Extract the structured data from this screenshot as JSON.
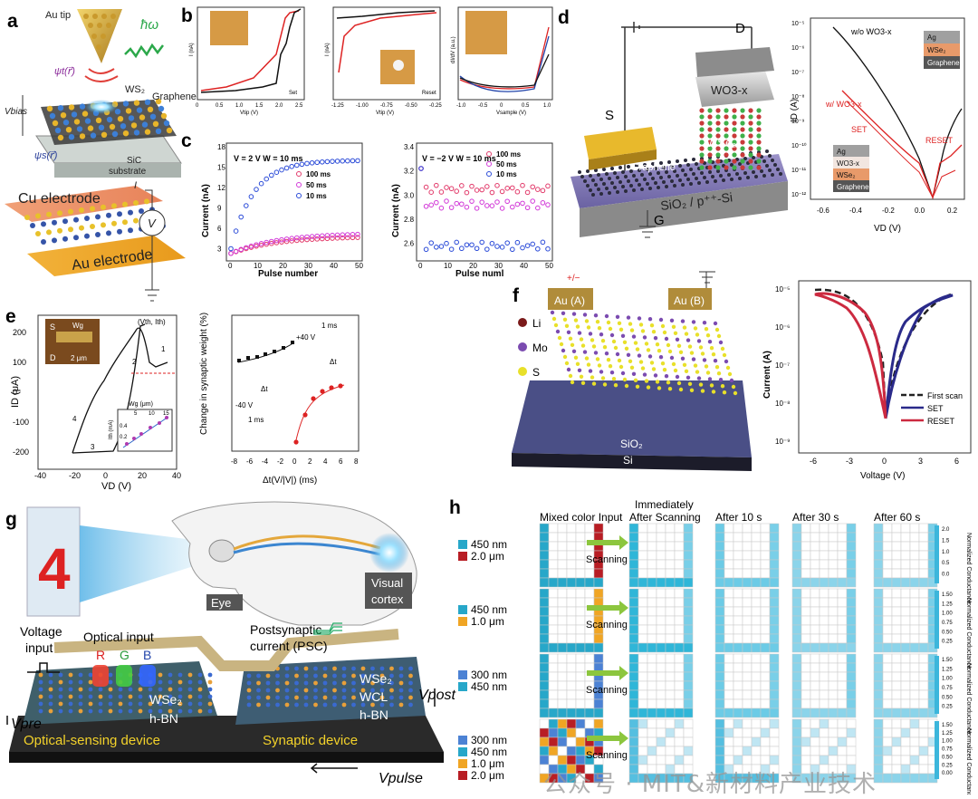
{
  "panels": {
    "a": {
      "letter": "a",
      "au_tip": "Au tip",
      "hw": "ħω",
      "psi_t": "ψt(r⃗)",
      "psi_s": "ψs(r⃗)",
      "vbias": "Vbias",
      "ws2": "WS₂",
      "graphene": "Graphene",
      "sic": "SiC",
      "substrate": "substrate",
      "cu": "Cu electrode",
      "au": "Au electrode",
      "v": "V",
      "i": "I"
    },
    "b": {
      "letter": "b",
      "p1_ylabel": "I (nA)",
      "p1_xlabel": "Vtip (V)",
      "p1_xticks": [
        "0",
        "0.5",
        "1.0",
        "1.5",
        "2.0",
        "2.5"
      ],
      "p1_tag": "Set",
      "p2_ylabel": "I (nA)",
      "p2_xlabel": "Vtip (V)",
      "p2_xticks": [
        "-1.25",
        "-1.00",
        "-0.75",
        "-0.50",
        "-0.25"
      ],
      "p2_tag": "Reset",
      "p3_ylabel": "dI/dV (a.u.)",
      "p3_xlabel": "Vsample (V)",
      "p3_xticks": [
        "-1.0",
        "-0.5",
        "0",
        "0.5",
        "1.0"
      ]
    },
    "c": {
      "letter": "c",
      "left_title": "V = 2 V    W = 10 ms",
      "right_title": "V = −2 V    W = 10 ms",
      "ylabel": "Current (nA)",
      "xlabel": "Pulse number",
      "xlabel_right": "Pulse numl",
      "legend": [
        "100 ms",
        "50 ms",
        "10 ms"
      ],
      "left_yticks": [
        "3",
        "6",
        "9",
        "12",
        "15",
        "18"
      ],
      "right_yticks": [
        "2.6",
        "2.8",
        "3.0",
        "3.2",
        "3.4"
      ],
      "xticks": [
        "0",
        "10",
        "20",
        "30",
        "40",
        "50"
      ]
    },
    "d": {
      "letter": "d",
      "D": "D",
      "S": "S",
      "G": "G",
      "wo3": "WO3-x",
      "wse2": "WSe₂",
      "graphene": "Graphene",
      "sio2": "SiO₂ / p⁺⁺-Si",
      "ylabel": "ID (A)",
      "xlabel": "VD (V)",
      "xticks": [
        "-0.6",
        "-0.4",
        "-0.2",
        "0.0",
        "0.2"
      ],
      "yticks": [
        "10⁻⁵",
        "10⁻⁶",
        "10⁻⁷",
        "10⁻⁸",
        "10⁻⁹",
        "10⁻¹⁰",
        "10⁻¹¹",
        "10⁻¹²"
      ],
      "wo": "w/o WO3-x",
      "w": "w/ WO3-x",
      "set": "SET",
      "reset": "RESET",
      "stack1": [
        "Ag",
        "WSe₂",
        "Graphene"
      ],
      "stack2": [
        "Ag",
        "WO3-x",
        "WSe₂",
        "Graphene"
      ]
    },
    "e": {
      "letter": "e",
      "ylabel": "ID (μA)",
      "xlabel": "VD (V)",
      "xticks": [
        "-40",
        "-20",
        "0",
        "20",
        "40"
      ],
      "yticks": [
        "200",
        "100",
        "0",
        "-100",
        "-200"
      ],
      "s": "S",
      "d": "D",
      "scale": "2 μm",
      "wg": "Wg",
      "vth": "(Vth, Ith)",
      "inset_xlabel": "Wg (μm)",
      "inset_ylabel": "Ith (mA)",
      "inset_ticks": [
        "5",
        "10",
        "15"
      ],
      "inset_yticks": [
        "0.4",
        "0.2"
      ],
      "nums": [
        "1",
        "2",
        "3",
        "4"
      ],
      "ylabel2": "Change in synaptic weight (%)",
      "xlabel2": "Δt(V/|V|) (ms)",
      "xticks2": [
        "-8",
        "-6",
        "-4",
        "-2",
        "0",
        "2",
        "4",
        "6",
        "8"
      ],
      "p40": "+40 V",
      "m40": "-40 V",
      "ms1": "1 ms",
      "ms1b": "1 ms",
      "dt": "Δt",
      "dt2": "Δt"
    },
    "f": {
      "letter": "f",
      "au_a": "Au (A)",
      "au_b": "Au (B)",
      "pm": "+/−",
      "li": "Li",
      "mo": "Mo",
      "s": "S",
      "sio2": "SiO₂",
      "si": "Si",
      "ylabel": "Current (A)",
      "xlabel": "Voltage (V)",
      "xticks": [
        "-6",
        "-3",
        "0",
        "3",
        "6"
      ],
      "yticks": [
        "10⁻⁵",
        "10⁻⁶",
        "10⁻⁷",
        "10⁻⁸",
        "10⁻⁹"
      ],
      "legend": [
        "First scan",
        "SET",
        "RESET"
      ]
    },
    "g": {
      "letter": "g",
      "eye": "Eye",
      "visual": "Visual",
      "cortex": "cortex",
      "num": "4",
      "voltage": "Voltage",
      "input": "input",
      "optical": "Optical input",
      "r": "R",
      "gg": "G",
      "b": "B",
      "post1": "Postsynaptic",
      "post2": "current (PSC)",
      "vpre": "Vpre",
      "vpost": "Vpost",
      "vpulse": "Vpulse",
      "wse2a": "WSe₂",
      "hbn": "h-BN",
      "wse2b": "WSe₂",
      "wcl": "WCL",
      "hbn2": "h-BN",
      "osd": "Optical-sensing device",
      "sd": "Synaptic device"
    },
    "h": {
      "letter": "h",
      "cols": [
        "Mixed color Input",
        "Immediately After Scanning",
        "After 10 s",
        "After 30 s",
        "After 60 s"
      ],
      "scanning": "Scanning",
      "cbar_label": "Normalized Conductance",
      "rows": [
        {
          "legend": [
            {
              "text": "450 nm",
              "color": "#27a7c9"
            },
            {
              "text": "2.0 μm",
              "color": "#b81d24"
            }
          ],
          "ticks": [
            "2.0",
            "1.5",
            "1.0",
            "0.5",
            "0.0"
          ]
        },
        {
          "legend": [
            {
              "text": "450 nm",
              "color": "#27a7c9"
            },
            {
              "text": "1.0 μm",
              "color": "#f0a524"
            }
          ],
          "ticks": [
            "1.50",
            "1.25",
            "1.00",
            "0.75",
            "0.50",
            "0.25"
          ]
        },
        {
          "legend": [
            {
              "text": "300 nm",
              "color": "#4c82d4"
            },
            {
              "text": "450 nm",
              "color": "#27a7c9"
            }
          ],
          "ticks": [
            "1.50",
            "1.25",
            "1.00",
            "0.75",
            "0.50",
            "0.25"
          ]
        },
        {
          "legend": [
            {
              "text": "300 nm",
              "color": "#4c82d4"
            },
            {
              "text": "450 nm",
              "color": "#27a7c9"
            },
            {
              "text": "1.0 μm",
              "color": "#f0a524"
            },
            {
              "text": "2.0 μm",
              "color": "#b81d24"
            }
          ],
          "ticks": [
            "1.50",
            "1.25",
            "1.00",
            "0.75",
            "0.50",
            "0.25",
            "0.00"
          ]
        }
      ]
    },
    "watermark": "公众号 · MIT&新材料产业技术"
  }
}
